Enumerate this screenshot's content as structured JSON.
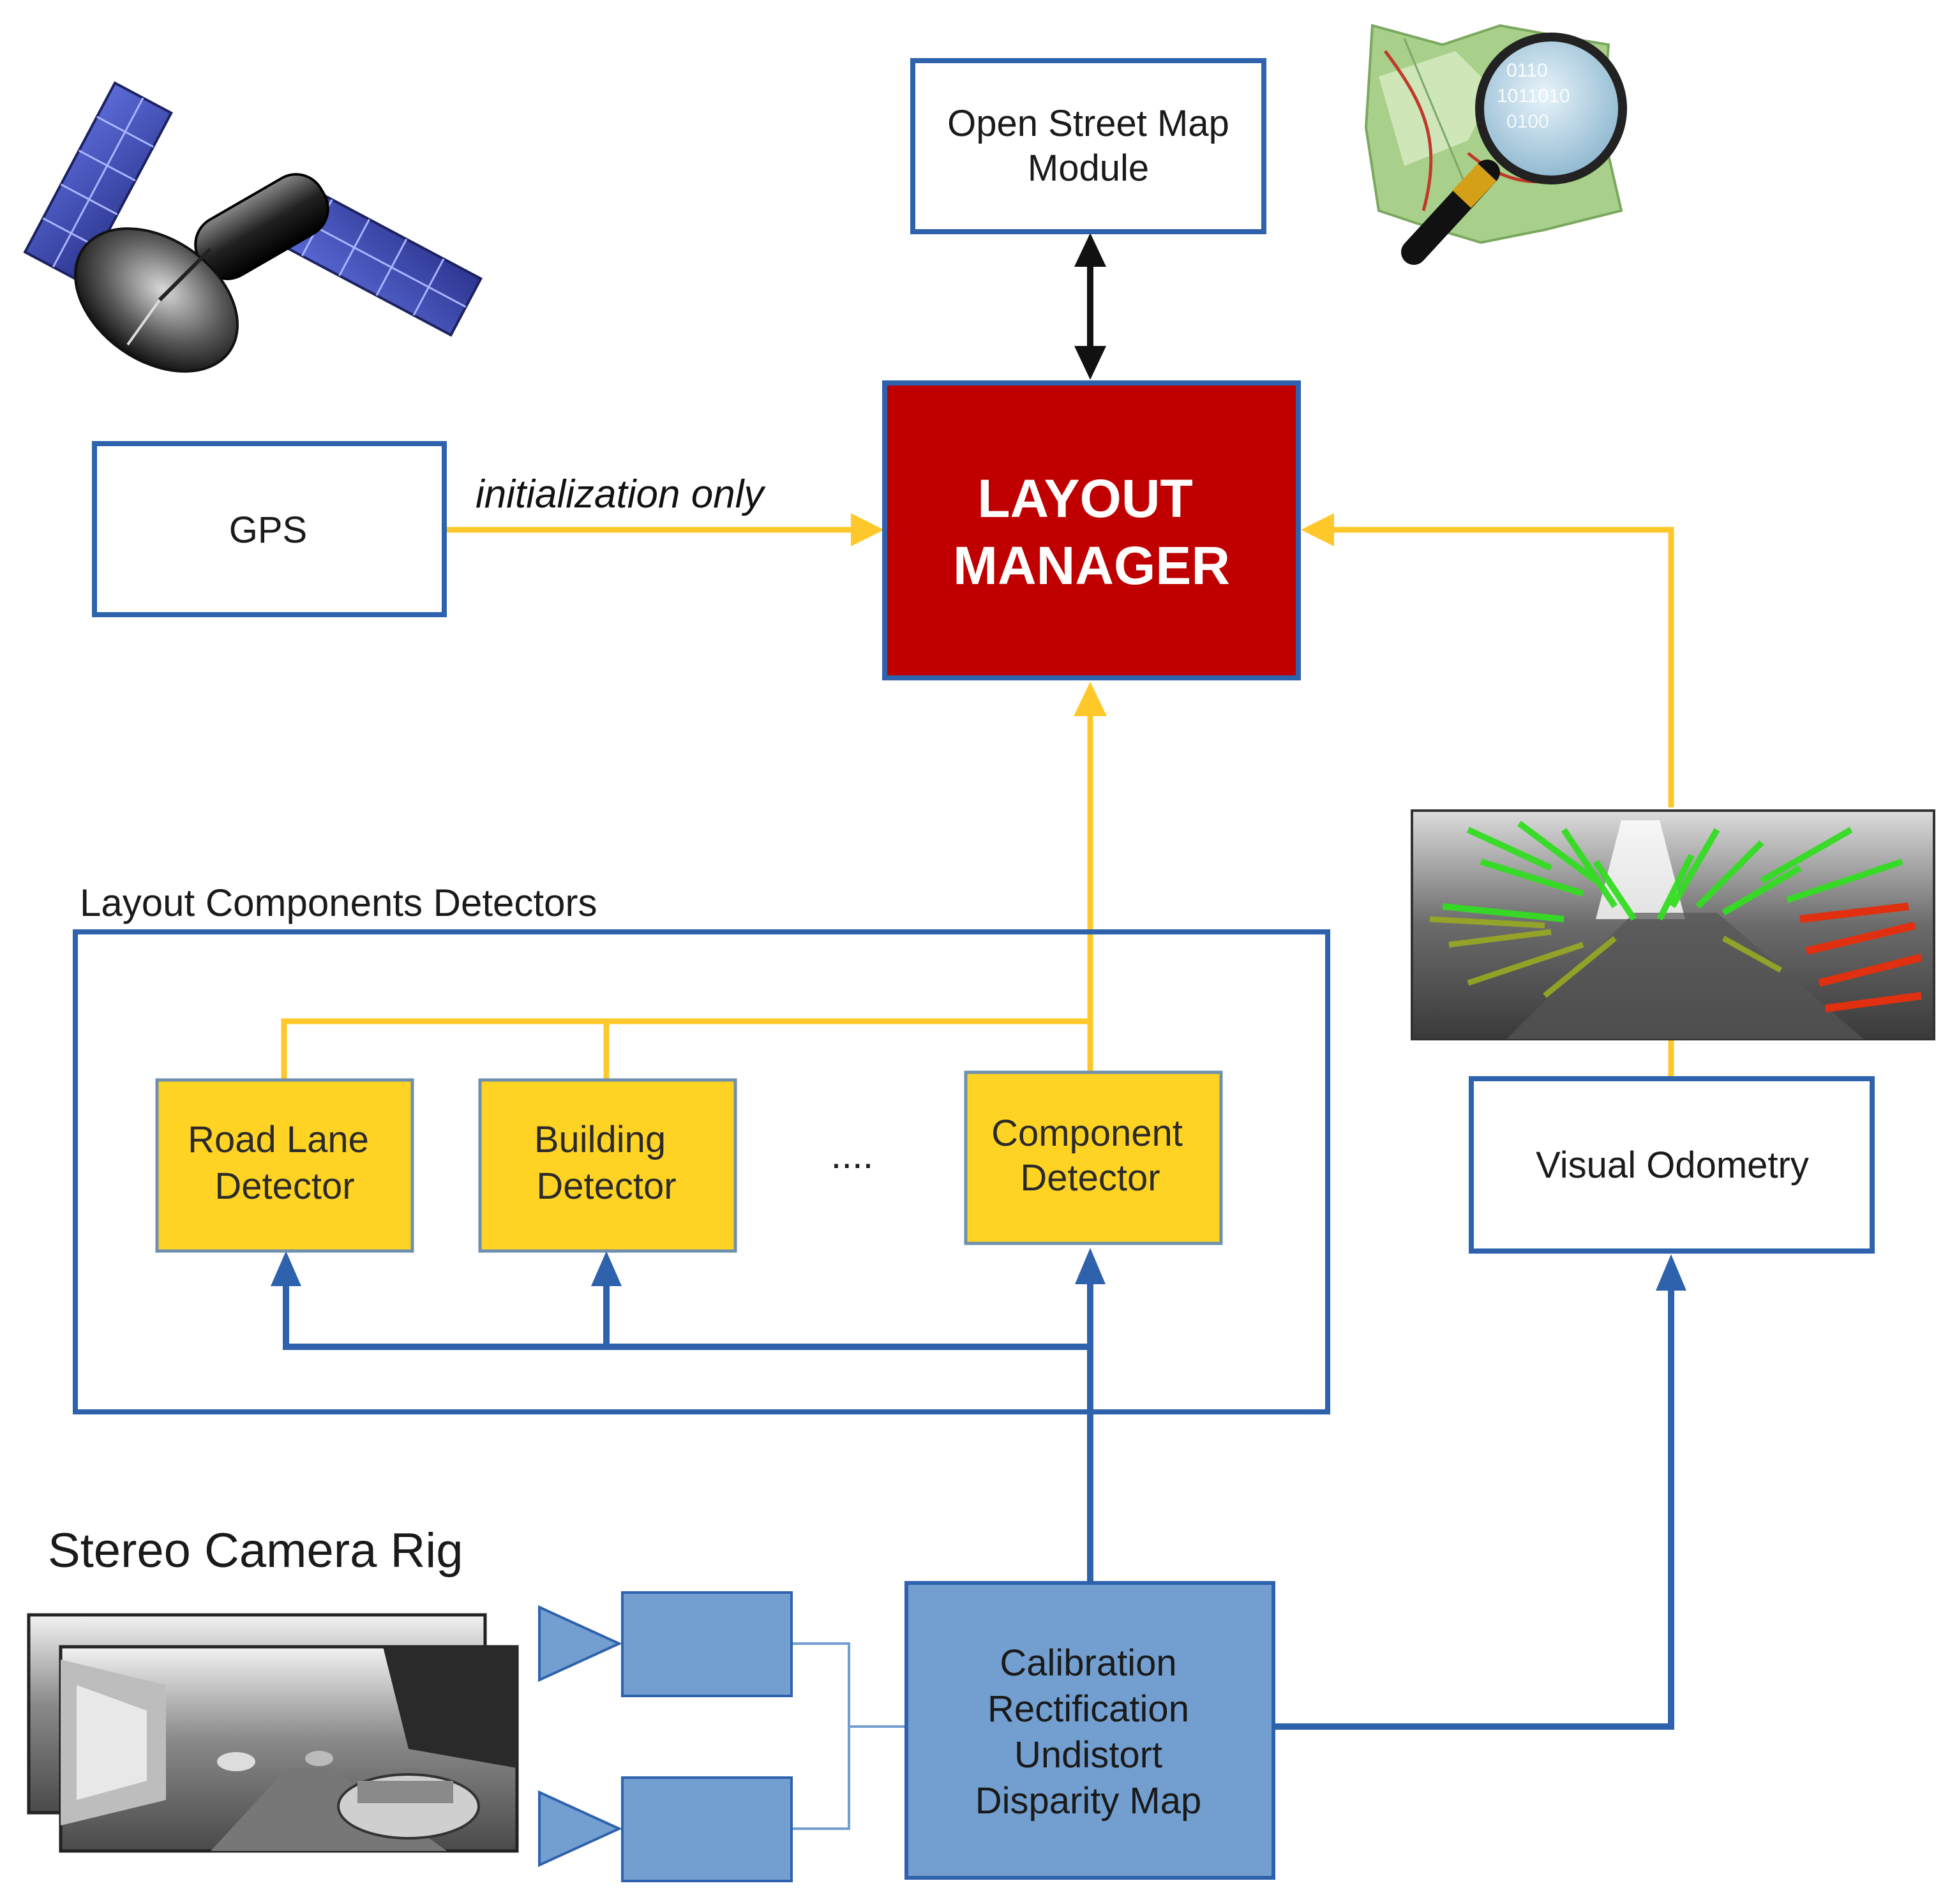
{
  "osm_module": {
    "line1": "Open Street Map",
    "line2": "Module"
  },
  "layout_manager": {
    "line1": "LAYOUT",
    "line2": "MANAGER"
  },
  "gps": {
    "label": "GPS"
  },
  "gps_arrow_label": "initialization only",
  "detectors_section": {
    "title": "Layout Components Detectors"
  },
  "detectors": [
    {
      "line1": "Road Lane",
      "line2": "Detector"
    },
    {
      "line1": "Building",
      "line2": "Detector"
    },
    {
      "line1": "Component",
      "line2": "Detector"
    }
  ],
  "ellipsis": "....",
  "visual_odometry": {
    "label": "Visual Odometry"
  },
  "stereo_rig": {
    "title": "Stereo Camera Rig"
  },
  "calibration": {
    "line1": "Calibration",
    "line2": "Rectification",
    "line3": "Undistort",
    "line4": "Disparity Map"
  },
  "colors": {
    "blue_line": "#2e62ad",
    "blue_fill": "#739fd0",
    "yellow_line": "#ffc82a",
    "yellow_fill": "#ffd324",
    "manager_fill": "#c00000",
    "black_arrow": "#111111"
  },
  "icons": [
    "satellite-icon",
    "openstreetmap-logo-icon",
    "optical-flow-image",
    "stereo-camera-images"
  ]
}
